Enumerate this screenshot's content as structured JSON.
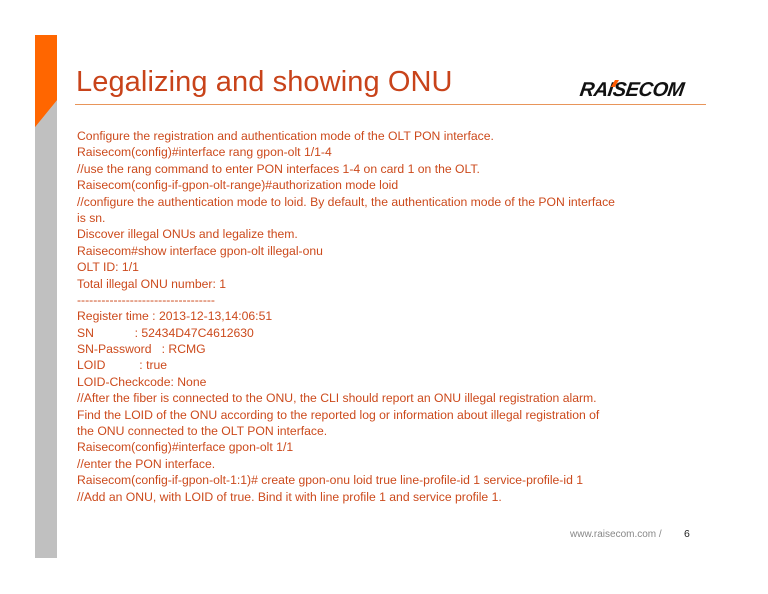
{
  "slide": {
    "title": "Legalizing and showing ONU",
    "logo": {
      "text": "RAISECOM",
      "accent_color": "#ff5a00"
    },
    "colors": {
      "title": "#c8431a",
      "body": "#cc4a1c",
      "accent_bar": "#ff6600",
      "side_bar": "#c0c0c0",
      "rule": "#e8955a"
    },
    "body_lines": [
      "Configure the registration and authentication mode of the OLT PON interface.",
      "Raisecom(config)#interface rang gpon-olt 1/1-4",
      "//use the rang command to enter PON interfaces 1-4 on card 1 on the OLT.",
      "Raisecom(config-if-gpon-olt-range)#authorization mode loid",
      "//configure the authentication mode to loid. By default, the authentication mode of the PON interface",
      "is sn.",
      "Discover illegal ONUs and legalize them.",
      "Raisecom#show interface gpon-olt illegal-onu",
      "OLT ID: 1/1",
      "Total illegal ONU number: 1",
      "----------------------------------",
      "Register time : 2013-12-13,14:06:51",
      "SN            : 52434D47C4612630",
      "SN-Password   : RCMG",
      "LOID          : true",
      "LOID-Checkcode: None",
      "//After the fiber is connected to the ONU, the CLI should report an ONU illegal registration alarm.",
      "Find the LOID of the ONU according to the reported log or information about illegal registration of",
      "the ONU connected to the OLT PON interface.",
      "Raisecom(config)#interface gpon-olt 1/1",
      "//enter the PON interface.",
      "Raisecom(config-if-gpon-olt-1:1)# create gpon-onu loid true line-profile-id 1 service-profile-id 1",
      "//Add an ONU, with LOID of true. Bind it with line profile 1 and service profile 1."
    ],
    "footer": {
      "url": "www.raisecom.com  /",
      "page_number": "6"
    }
  }
}
